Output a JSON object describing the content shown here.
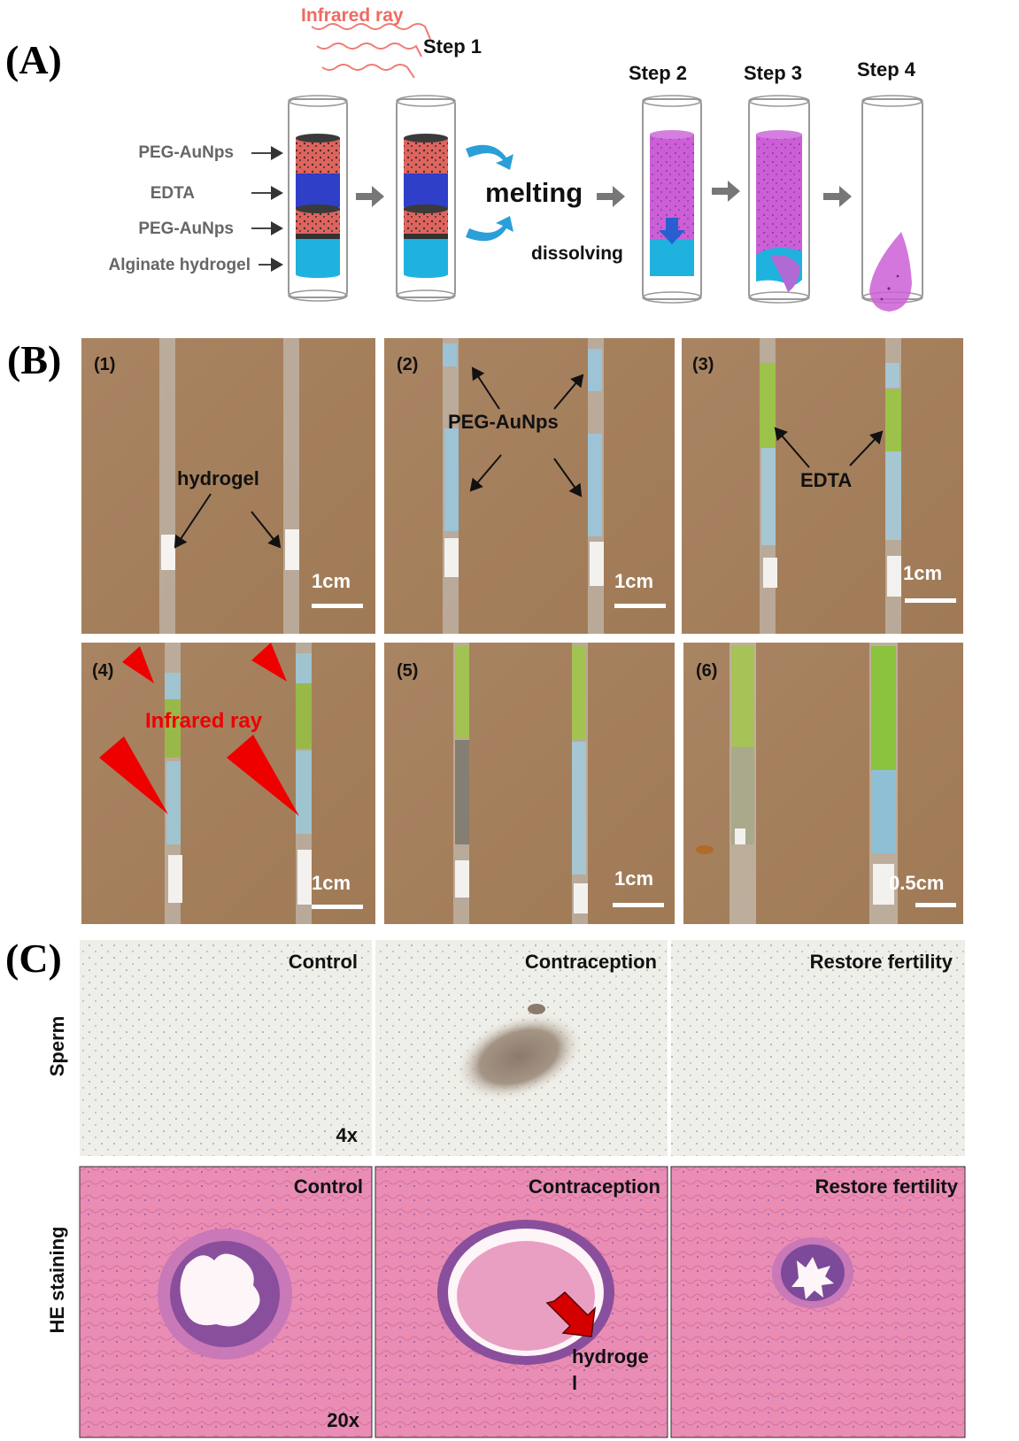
{
  "panel_a": {
    "label": "(A)",
    "infrared": "Infrared ray",
    "steps": [
      "Step 1",
      "Step 2",
      "Step 3",
      "Step 4"
    ],
    "layer_labels": [
      "PEG-AuNps",
      "EDTA",
      "PEG-AuNps",
      "Alginate hydrogel"
    ],
    "melting": "melting",
    "dissolving": "dissolving"
  },
  "panel_b": {
    "label": "(B)",
    "photos": [
      {
        "num": "(1)",
        "scale": "1cm"
      },
      {
        "num": "(2)",
        "scale": "1cm"
      },
      {
        "num": "(3)",
        "scale": "1cm"
      },
      {
        "num": "(4)",
        "scale": "1cm"
      },
      {
        "num": "(5)",
        "scale": "1cm"
      },
      {
        "num": "(6)",
        "scale": "0.5cm"
      }
    ],
    "annotations": {
      "hydrogel": "hydrogel",
      "peg": "PEG-AuNps",
      "edta": "EDTA",
      "infrared": "Infrared ray"
    }
  },
  "panel_c": {
    "label": "(C)",
    "row_labels": [
      "Sperm",
      "HE staining"
    ],
    "col_titles": [
      "Control",
      "Contraception",
      "Restore fertility"
    ],
    "mag_sperm": "4x",
    "mag_he": "20x",
    "hydrogel_line1": "hydroge",
    "hydrogel_line2": "l"
  },
  "colors": {
    "peg_layer": "#e0645e",
    "edta_layer": "#2f3fc8",
    "alginate": "#1fb2df",
    "magenta": "#cc5fd6",
    "arrow_blue": "#2a9fd8",
    "infrared": "#f07a72",
    "cardboard": "#a57f5c",
    "he_pink": "#e889b3",
    "red_arrow": "#d40000"
  }
}
